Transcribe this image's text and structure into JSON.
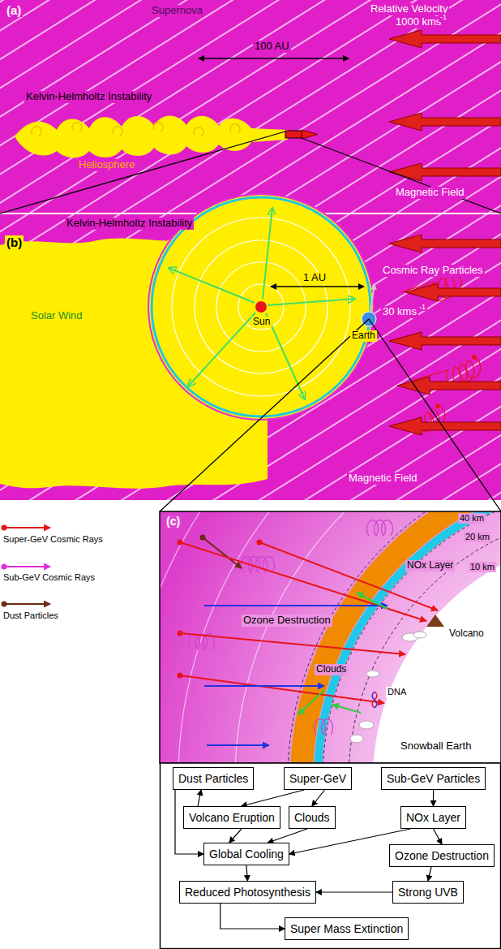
{
  "diagram": {
    "nodes": [
      {
        "text": [
          "Dust Particles"
        ]
      },
      {
        "text": [
          "Super-GeV"
        ]
      },
      {
        "text": [
          "Sub-GeV Particles"
        ]
      },
      {
        "text": [
          "Volcano Eruption"
        ]
      },
      {
        "text": [
          "Clouds"
        ]
      },
      {
        "text": [
          "NOx Layer"
        ]
      },
      {
        "text": [
          "Global Cooling"
        ]
      },
      {
        "text": [
          "Ozone Destruction"
        ]
      },
      {
        "text": [
          "Reduced Photosynthesis"
        ]
      },
      {
        "text": [
          "Strong UVB"
        ]
      },
      {
        "text": [
          "Super Mass Extinction"
        ]
      }
    ],
    "edges": [
      {
        "from": 1,
        "to": 3,
        "arrow": "to"
      },
      {
        "from": 1,
        "to": 4,
        "arrow": "to"
      },
      {
        "from": 3,
        "to": 0,
        "arrow": "to"
      },
      {
        "from": 2,
        "to": 5,
        "arrow": "to"
      },
      {
        "from": 5,
        "to": 7,
        "arrow": "to"
      },
      {
        "from": 5,
        "to": 6,
        "arrow": "to"
      },
      {
        "from": 3,
        "to": 6,
        "arrow": "to"
      },
      {
        "from": 4,
        "to": 6,
        "arrow": "to"
      },
      {
        "from": 0,
        "to": 6,
        "arrow": "to"
      },
      {
        "from": 6,
        "to": 8,
        "arrow": "to"
      },
      {
        "from": 7,
        "to": 9,
        "arrow": "to"
      },
      {
        "from": 9,
        "to": 8,
        "arrow": "to"
      },
      {
        "from": 8,
        "to": 10,
        "arrow": "to"
      }
    ],
    "labels": [
      "(a)",
      "Supernova",
      "Relative Velocity",
      "1000 kms",
      "-1",
      "100 AU",
      "Kelvin-Helmholtz Instability",
      "Heliosphere",
      "Magnetic Field",
      "(b)",
      "Kelvin-Helmholtz Instability",
      "Solar Wind",
      "Cosmic Ray Particles",
      "1 AU",
      "30 kms",
      "-1",
      "Sun",
      "Earth",
      "Magnetic Field",
      "(c)",
      "40 km",
      "20 km",
      "10 km",
      "NOx Layer",
      "Ozone Destruction",
      "Volcano",
      "Clouds",
      "DNA",
      "Snowball Earth"
    ],
    "legend": [
      {
        "text": "Super-GeV Cosmic Rays"
      },
      {
        "text": "Sub-GeV Cosmic Rays"
      },
      {
        "text": "Dust Particles"
      }
    ]
  }
}
